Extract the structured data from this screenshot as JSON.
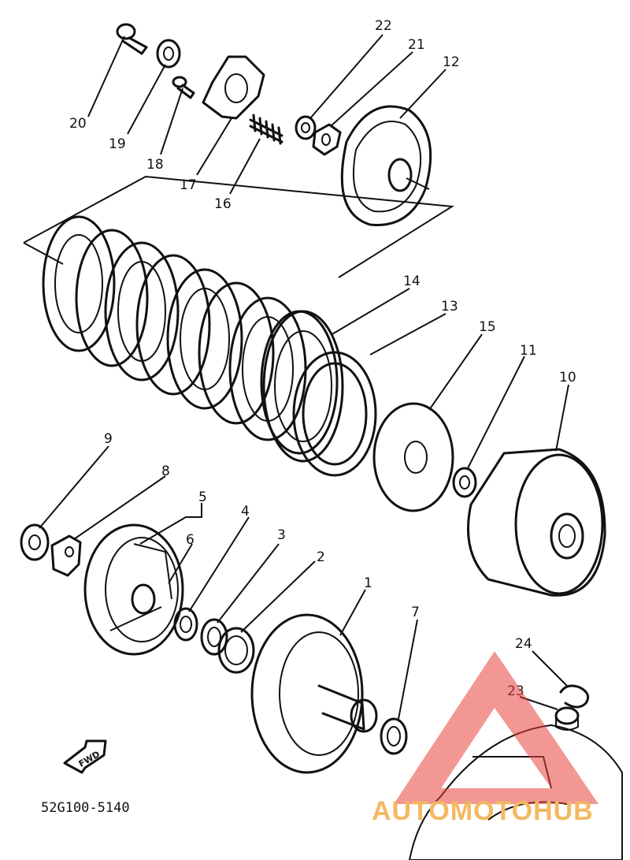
{
  "diagram": {
    "part_code": "52G100-5140",
    "fwd_label": "FWD",
    "watermark_text": "AUTOMOTOHUB",
    "callouts": [
      "1",
      "2",
      "3",
      "4",
      "5",
      "6",
      "7",
      "8",
      "9",
      "10",
      "11",
      "12",
      "13",
      "14",
      "15",
      "16",
      "17",
      "18",
      "19",
      "20",
      "21",
      "22",
      "23",
      "24"
    ],
    "colors": {
      "line": "#111111",
      "background": "#ffffff",
      "watermark_red": "#e8413c",
      "watermark_text": "#f4b860"
    }
  }
}
